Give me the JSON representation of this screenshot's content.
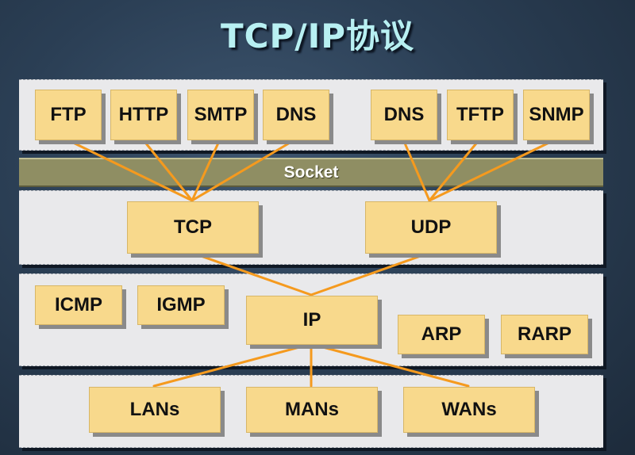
{
  "title": "TCP/IP协议",
  "socket_label": "Socket",
  "application": [
    "FTP",
    "HTTP",
    "SMTP",
    "DNS",
    "DNS",
    "TFTP",
    "SNMP"
  ],
  "transport": [
    "TCP",
    "UDP"
  ],
  "network": [
    "ICMP",
    "IGMP",
    "IP",
    "ARP",
    "RARP"
  ],
  "link": [
    "LANs",
    "MANs",
    "WANs"
  ],
  "colors": {
    "box": "#f8d98c",
    "line": "#f59a1e",
    "title": "#b8f0f2",
    "socket": "#8f8e63"
  }
}
